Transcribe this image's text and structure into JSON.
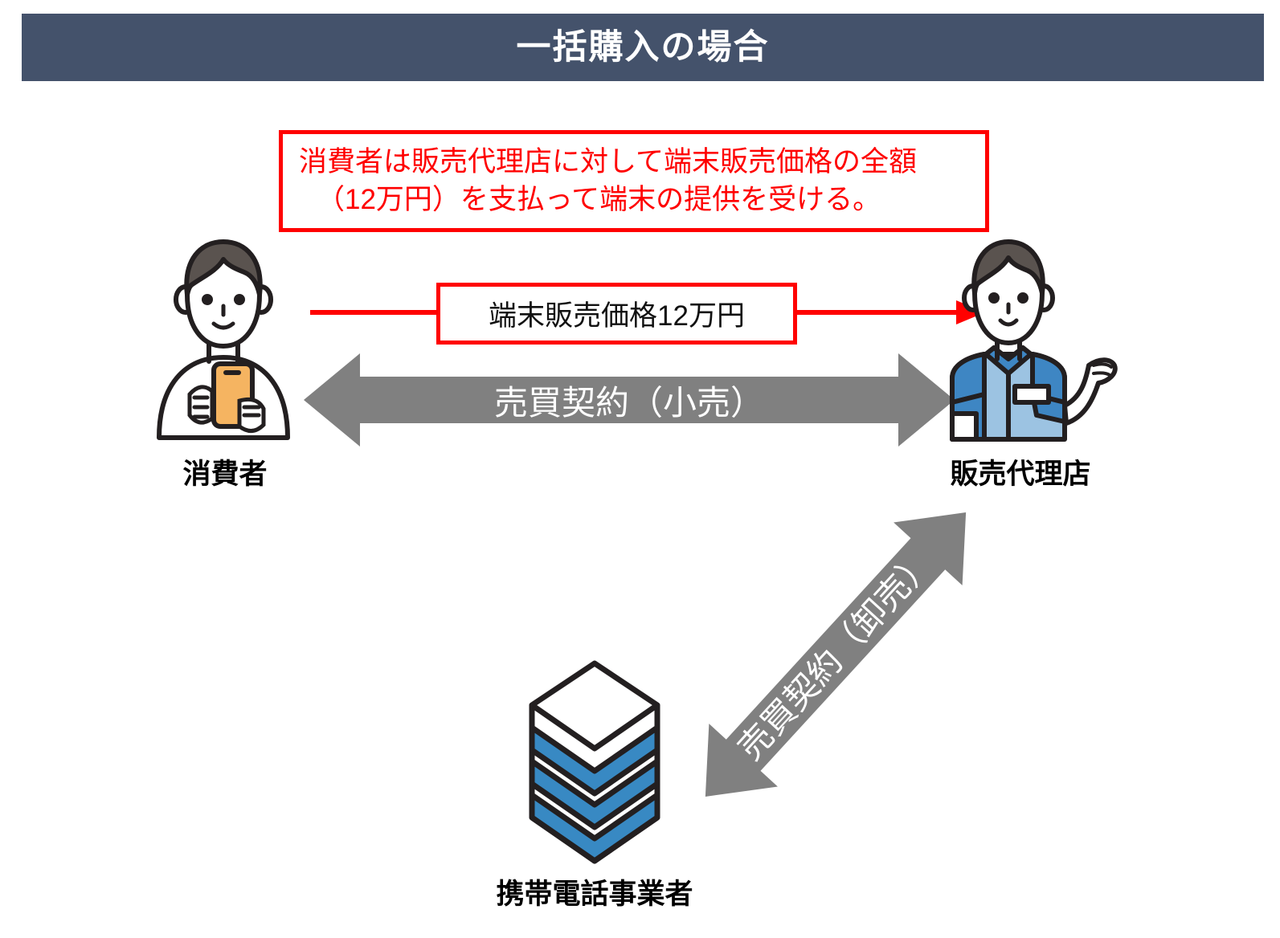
{
  "slide": {
    "title": "一括購入の場合",
    "title_bar_color": "#44526B",
    "accent_color": "#FF0000",
    "arrow_color": "#808080",
    "background_color": "#FFFFFF"
  },
  "callout": {
    "line1": "消費者は販売代理店に対して端末販売価格の全額",
    "line2": "（12万円）を支払って端末の提供を受ける。",
    "border_color": "#FF0000",
    "text_color": "#FF0000"
  },
  "flows": {
    "payment": {
      "label": "端末販売価格12万円",
      "direction": "consumer-to-dealer",
      "color": "#FF0000",
      "label_border_color": "#FF0000",
      "label_text_color": "#111111"
    },
    "retail_contract": {
      "label": "売買契約（小売）",
      "direction": "bidirectional",
      "between": [
        "消費者",
        "販売代理店"
      ],
      "color": "#808080",
      "label_text_color": "#FFFFFF"
    },
    "wholesale_contract": {
      "label": "売買契約（卸売）",
      "direction": "bidirectional",
      "between": [
        "携帯電話事業者",
        "販売代理店"
      ],
      "color": "#808080",
      "label_text_color": "#FFFFFF"
    }
  },
  "entities": [
    {
      "id": "consumer",
      "label": "消費者",
      "icon": "person-with-smartphone-icon",
      "colors": {
        "hair": "#5A534F",
        "skin": "#FFFFFF",
        "phone": "#F5B461",
        "outline": "#231F20"
      }
    },
    {
      "id": "dealer",
      "label": "販売代理店",
      "icon": "shop-staff-person-icon",
      "colors": {
        "hair": "#5A534F",
        "shirt": "#9CC3E2",
        "shirt_dark": "#3E86C3",
        "outline": "#231F20"
      }
    },
    {
      "id": "carrier",
      "label": "携帯電話事業者",
      "icon": "stacked-server-building-icon",
      "colors": {
        "band": "#3889C3",
        "base": "#FFFFFF",
        "outline": "#231F20"
      }
    }
  ]
}
